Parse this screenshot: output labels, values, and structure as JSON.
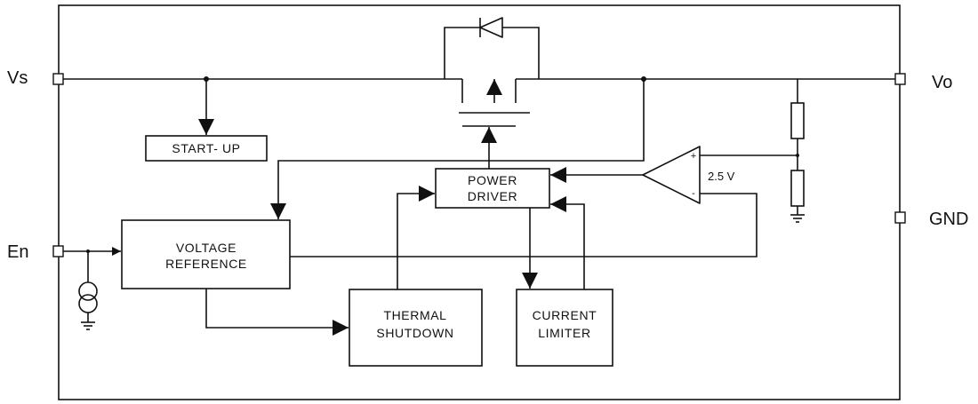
{
  "pins": {
    "vs": "Vs",
    "vo": "Vo",
    "en": "En",
    "gnd": "GND"
  },
  "blocks": {
    "startup": "START- UP",
    "power_driver": [
      "POWER",
      "DRIVER"
    ],
    "voltage_reference": [
      "VOLTAGE",
      "REFERENCE"
    ],
    "thermal_shutdown": [
      "THERMAL",
      "SHUTDOWN"
    ],
    "current_limiter": [
      "CURRENT",
      "LIMITER"
    ]
  },
  "comparator": {
    "reference_label": "2.5 V",
    "plus_sign": "+",
    "minus_sign": "-"
  }
}
